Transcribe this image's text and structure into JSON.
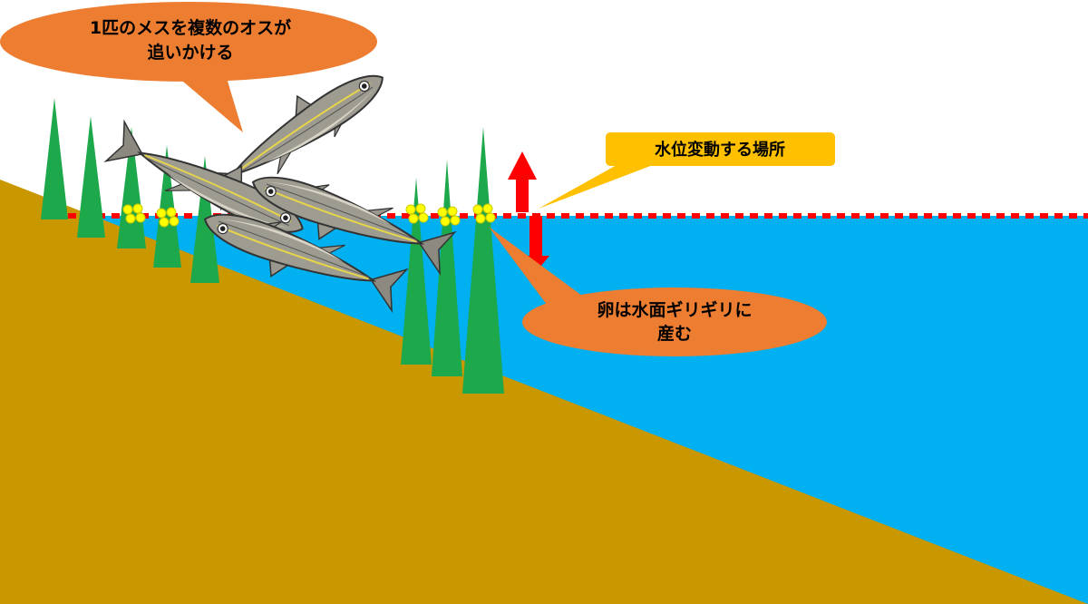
{
  "callouts": {
    "chase": {
      "line1": "1匹のメスを複数のオスが",
      "line2": "追いかける"
    },
    "water_level": {
      "text": "水位変動する場所"
    },
    "eggs": {
      "line1": "卵は水面ギリギリに",
      "line2": "産む"
    }
  },
  "colors": {
    "water": "#00b0f0",
    "ground": "#c99700",
    "plant": "#1ea84c",
    "waterline": "#ff0000",
    "egg": "#ffff00",
    "callout_orange": "#ed7d31",
    "callout_yellow": "#ffc000",
    "arrow": "#ff0000"
  },
  "icons": [
    "fish-icon",
    "plant-icon",
    "egg-cluster-icon",
    "arrow-up-icon",
    "arrow-down-icon"
  ]
}
